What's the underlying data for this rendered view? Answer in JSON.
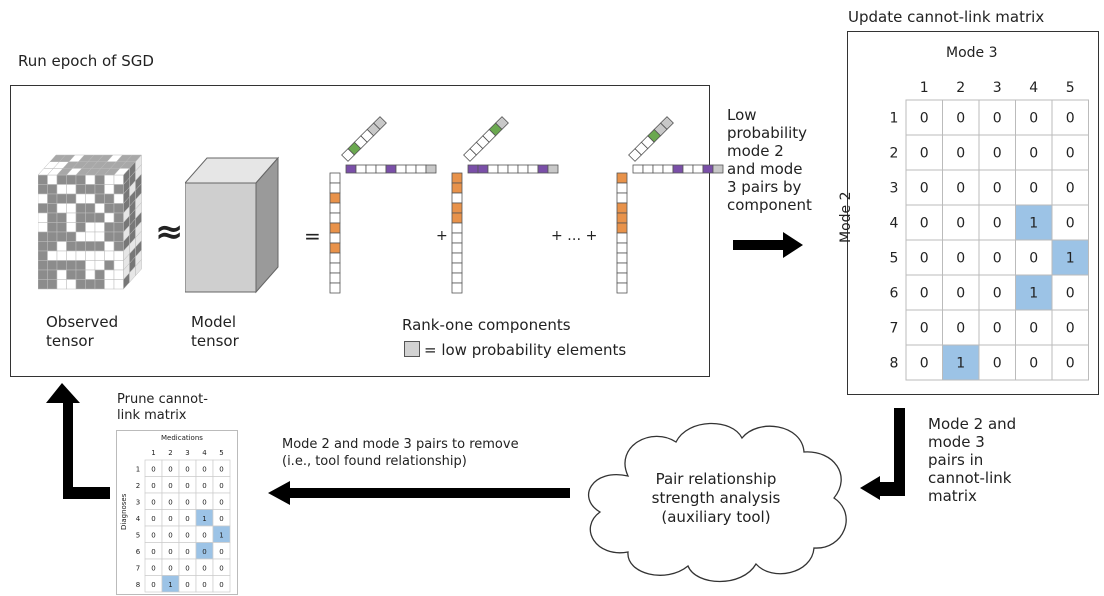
{
  "sgd": {
    "title": "Run epoch of SGD",
    "observed_label_1": "Observed",
    "observed_label_2": "tensor",
    "model_label_1": "Model",
    "model_label_2": "tensor",
    "approx_symbol": "≈",
    "equals_symbol": "=",
    "plus_symbol": "+",
    "ellipsis_text": "+ … +",
    "rank_one_label": "Rank-one components",
    "legend_text": "= low probability elements"
  },
  "low_prob": {
    "lines": [
      "Low",
      "probability",
      "mode 2",
      "and mode",
      "3 pairs by",
      "component"
    ]
  },
  "cannot_link": {
    "title": "Update cannot-link matrix",
    "col_axis_label": "Mode 3",
    "row_axis_label": "Mode 2",
    "col_headers": [
      "1",
      "2",
      "3",
      "4",
      "5"
    ],
    "row_headers": [
      "1",
      "2",
      "3",
      "4",
      "5",
      "6",
      "7",
      "8"
    ],
    "cells": [
      [
        "0",
        "0",
        "0",
        "0",
        "0"
      ],
      [
        "0",
        "0",
        "0",
        "0",
        "0"
      ],
      [
        "0",
        "0",
        "0",
        "0",
        "0"
      ],
      [
        "0",
        "0",
        "0",
        "1",
        "0"
      ],
      [
        "0",
        "0",
        "0",
        "0",
        "1"
      ],
      [
        "0",
        "0",
        "0",
        "1",
        "0"
      ],
      [
        "0",
        "0",
        "0",
        "0",
        "0"
      ],
      [
        "0",
        "1",
        "0",
        "0",
        "0"
      ]
    ],
    "highlight_color": "#9cc3e6"
  },
  "pairs_in_matrix": {
    "lines": [
      "Mode 2 and",
      "mode 3",
      "pairs in",
      "cannot-link",
      "matrix"
    ]
  },
  "cloud": {
    "lines": [
      "Pair relationship",
      "strength analysis",
      "(auxiliary tool)"
    ]
  },
  "remove": {
    "line1": "Mode 2 and mode 3 pairs to remove",
    "line2": "(i.e., tool found relationship)"
  },
  "prune": {
    "title_1": "Prune cannot-",
    "title_2": "link matrix",
    "col_axis_label": "Medications",
    "row_axis_label": "Diagnoses",
    "col_headers": [
      "1",
      "2",
      "3",
      "4",
      "5"
    ],
    "row_headers": [
      "1",
      "2",
      "3",
      "4",
      "5",
      "6",
      "7",
      "8"
    ],
    "cells": [
      [
        "0",
        "0",
        "0",
        "0",
        "0"
      ],
      [
        "0",
        "0",
        "0",
        "0",
        "0"
      ],
      [
        "0",
        "0",
        "0",
        "0",
        "0"
      ],
      [
        "0",
        "0",
        "0",
        "1",
        "0"
      ],
      [
        "0",
        "0",
        "0",
        "0",
        "1"
      ],
      [
        "0",
        "0",
        "0",
        "0",
        "0"
      ],
      [
        "0",
        "0",
        "0",
        "0",
        "0"
      ],
      [
        "0",
        "1",
        "0",
        "0",
        "0"
      ]
    ],
    "highlights": [
      [
        3,
        3
      ],
      [
        4,
        4
      ],
      [
        5,
        3
      ],
      [
        7,
        1
      ]
    ]
  },
  "colors": {
    "orange": "#e8924a",
    "purple": "#7a4fa8",
    "green": "#6aa84f",
    "gray": "#c8c8c8"
  }
}
